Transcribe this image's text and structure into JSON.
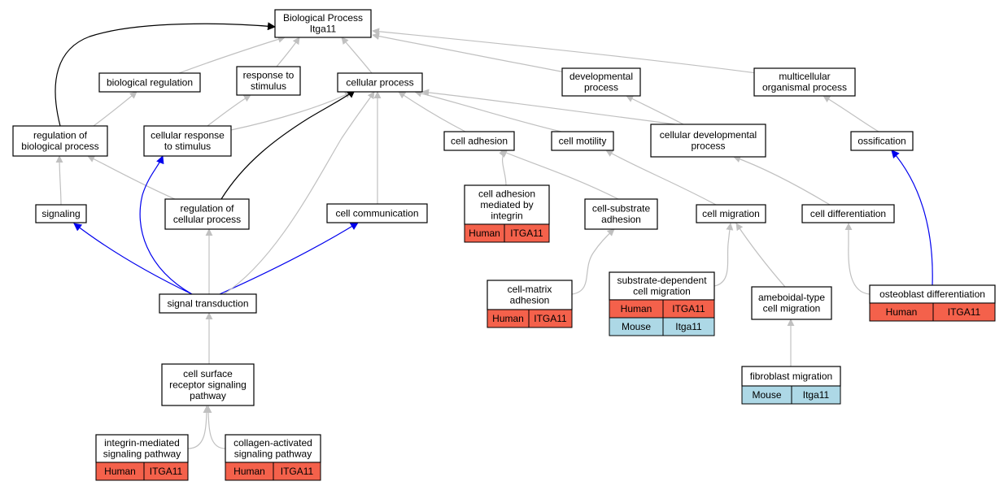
{
  "colors": {
    "edge_gray": "#c0c0c0",
    "edge_black": "#000000",
    "edge_blue": "#0000ee",
    "human_fill": "#f4614b",
    "mouse_fill": "#add8e6"
  },
  "nodes": [
    {
      "id": "root",
      "lines": [
        "Biological Process",
        "Itga11"
      ]
    },
    {
      "id": "bio_reg",
      "lines": [
        "biological regulation"
      ]
    },
    {
      "id": "resp_stim",
      "lines": [
        "response to",
        "stimulus"
      ]
    },
    {
      "id": "cell_proc",
      "lines": [
        "cellular process"
      ]
    },
    {
      "id": "dev_proc",
      "lines": [
        "developmental",
        "process"
      ]
    },
    {
      "id": "multi_org",
      "lines": [
        "multicellular",
        "organismal process"
      ]
    },
    {
      "id": "reg_bio",
      "lines": [
        "regulation of",
        "biological process"
      ]
    },
    {
      "id": "cell_resp",
      "lines": [
        "cellular response",
        "to stimulus"
      ]
    },
    {
      "id": "cell_adh",
      "lines": [
        "cell adhesion"
      ]
    },
    {
      "id": "cell_mot",
      "lines": [
        "cell motility"
      ]
    },
    {
      "id": "cell_dev",
      "lines": [
        "cellular developmental",
        "process"
      ]
    },
    {
      "id": "ossif",
      "lines": [
        "ossification"
      ]
    },
    {
      "id": "signaling",
      "lines": [
        "signaling"
      ]
    },
    {
      "id": "reg_cell",
      "lines": [
        "regulation of",
        "cellular process"
      ]
    },
    {
      "id": "cell_comm",
      "lines": [
        "cell communication"
      ]
    },
    {
      "id": "adh_integrin",
      "lines": [
        "cell adhesion",
        "mediated by",
        "integrin"
      ],
      "rows": [
        {
          "species": "Human",
          "gene": "ITGA11"
        }
      ]
    },
    {
      "id": "cell_sub",
      "lines": [
        "cell-substrate",
        "adhesion"
      ]
    },
    {
      "id": "cell_mig",
      "lines": [
        "cell migration"
      ]
    },
    {
      "id": "cell_diff",
      "lines": [
        "cell differentiation"
      ]
    },
    {
      "id": "sig_trans",
      "lines": [
        "signal transduction"
      ]
    },
    {
      "id": "cell_matrix",
      "lines": [
        "cell-matrix",
        "adhesion"
      ],
      "rows": [
        {
          "species": "Human",
          "gene": "ITGA11"
        }
      ]
    },
    {
      "id": "sub_dep",
      "lines": [
        "substrate-dependent",
        "cell migration"
      ],
      "rows": [
        {
          "species": "Human",
          "gene": "ITGA11"
        },
        {
          "species": "Mouse",
          "gene": "Itga11"
        }
      ]
    },
    {
      "id": "amoeboid",
      "lines": [
        "ameboidal-type",
        "cell migration"
      ]
    },
    {
      "id": "osteo",
      "lines": [
        "osteoblast differentiation"
      ],
      "rows": [
        {
          "species": "Human",
          "gene": "ITGA11"
        }
      ]
    },
    {
      "id": "csr",
      "lines": [
        "cell surface",
        "receptor signaling",
        "pathway"
      ]
    },
    {
      "id": "fibro",
      "lines": [
        "fibroblast migration"
      ],
      "rows": [
        {
          "species": "Mouse",
          "gene": "Itga11"
        }
      ]
    },
    {
      "id": "integrin_sig",
      "lines": [
        "integrin-mediated",
        "signaling pathway"
      ],
      "rows": [
        {
          "species": "Human",
          "gene": "ITGA11"
        }
      ]
    },
    {
      "id": "collagen_sig",
      "lines": [
        "collagen-activated",
        "signaling pathway"
      ],
      "rows": [
        {
          "species": "Human",
          "gene": "ITGA11"
        }
      ]
    }
  ],
  "edges": [
    {
      "from": "bio_reg",
      "to": "root",
      "color": "gray"
    },
    {
      "from": "resp_stim",
      "to": "root",
      "color": "gray"
    },
    {
      "from": "cell_proc",
      "to": "root",
      "color": "gray"
    },
    {
      "from": "dev_proc",
      "to": "root",
      "color": "gray"
    },
    {
      "from": "multi_org",
      "to": "root",
      "color": "gray"
    },
    {
      "from": "reg_bio",
      "to": "root",
      "color": "black"
    },
    {
      "from": "reg_bio",
      "to": "bio_reg",
      "color": "gray"
    },
    {
      "from": "cell_resp",
      "to": "resp_stim",
      "color": "gray"
    },
    {
      "from": "cell_resp",
      "to": "cell_proc",
      "color": "gray"
    },
    {
      "from": "cell_adh",
      "to": "cell_proc",
      "color": "gray"
    },
    {
      "from": "cell_mot",
      "to": "cell_proc",
      "color": "gray"
    },
    {
      "from": "cell_dev",
      "to": "cell_proc",
      "color": "gray"
    },
    {
      "from": "cell_dev",
      "to": "dev_proc",
      "color": "gray"
    },
    {
      "from": "ossif",
      "to": "multi_org",
      "color": "gray"
    },
    {
      "from": "signaling",
      "to": "reg_bio",
      "color": "gray"
    },
    {
      "from": "reg_cell",
      "to": "reg_bio",
      "color": "gray"
    },
    {
      "from": "reg_cell",
      "to": "cell_proc",
      "color": "black"
    },
    {
      "from": "cell_comm",
      "to": "cell_proc",
      "color": "gray"
    },
    {
      "from": "adh_integrin",
      "to": "cell_adh",
      "color": "gray"
    },
    {
      "from": "cell_sub",
      "to": "cell_adh",
      "color": "gray"
    },
    {
      "from": "cell_mig",
      "to": "cell_mot",
      "color": "gray"
    },
    {
      "from": "cell_diff",
      "to": "cell_dev",
      "color": "gray"
    },
    {
      "from": "sig_trans",
      "to": "signaling",
      "color": "blue"
    },
    {
      "from": "sig_trans",
      "to": "cell_resp",
      "color": "blue"
    },
    {
      "from": "sig_trans",
      "to": "reg_cell",
      "color": "gray"
    },
    {
      "from": "sig_trans",
      "to": "cell_comm",
      "color": "blue"
    },
    {
      "from": "sig_trans",
      "to": "cell_proc",
      "color": "gray"
    },
    {
      "from": "cell_matrix",
      "to": "cell_sub",
      "color": "gray"
    },
    {
      "from": "sub_dep",
      "to": "cell_mig",
      "color": "gray"
    },
    {
      "from": "amoeboid",
      "to": "cell_mig",
      "color": "gray"
    },
    {
      "from": "osteo",
      "to": "cell_diff",
      "color": "gray"
    },
    {
      "from": "osteo",
      "to": "ossif",
      "color": "blue"
    },
    {
      "from": "csr",
      "to": "sig_trans",
      "color": "gray"
    },
    {
      "from": "fibro",
      "to": "amoeboid",
      "color": "gray"
    },
    {
      "from": "integrin_sig",
      "to": "csr",
      "color": "gray"
    },
    {
      "from": "collagen_sig",
      "to": "csr",
      "color": "gray"
    }
  ]
}
